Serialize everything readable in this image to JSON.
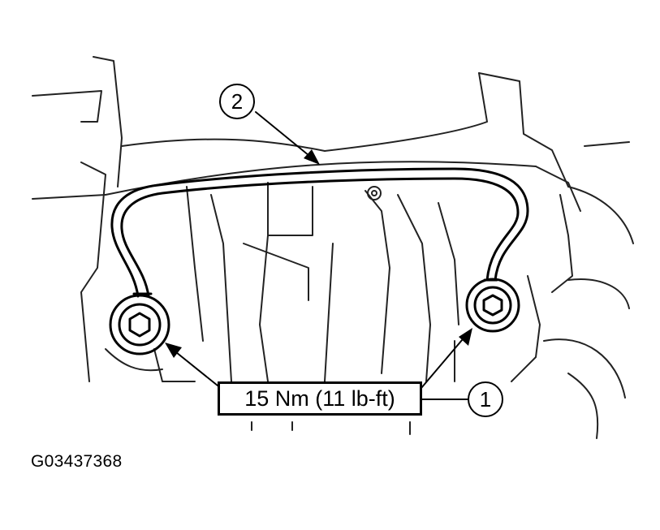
{
  "diagram": {
    "torque_spec": "15 Nm (11 lb-ft)",
    "callouts": [
      "2",
      "1"
    ],
    "figure_id": "G03437368",
    "line_color": "#000000",
    "background": "#ffffff"
  }
}
